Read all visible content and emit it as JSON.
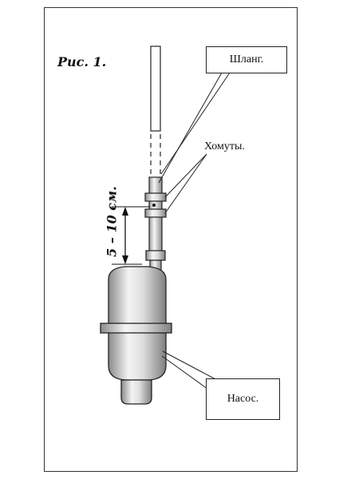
{
  "figure": {
    "title": "Рис. 1.",
    "distance_label": "5 – 10 см."
  },
  "callouts": {
    "hose": "Шланг.",
    "clamps": "Хомуты.",
    "pump": "Насос."
  },
  "colors": {
    "frame": "#333333",
    "metal_light": "#f2f2f2",
    "metal_dark": "#8c8c8c",
    "outline": "#222222"
  }
}
